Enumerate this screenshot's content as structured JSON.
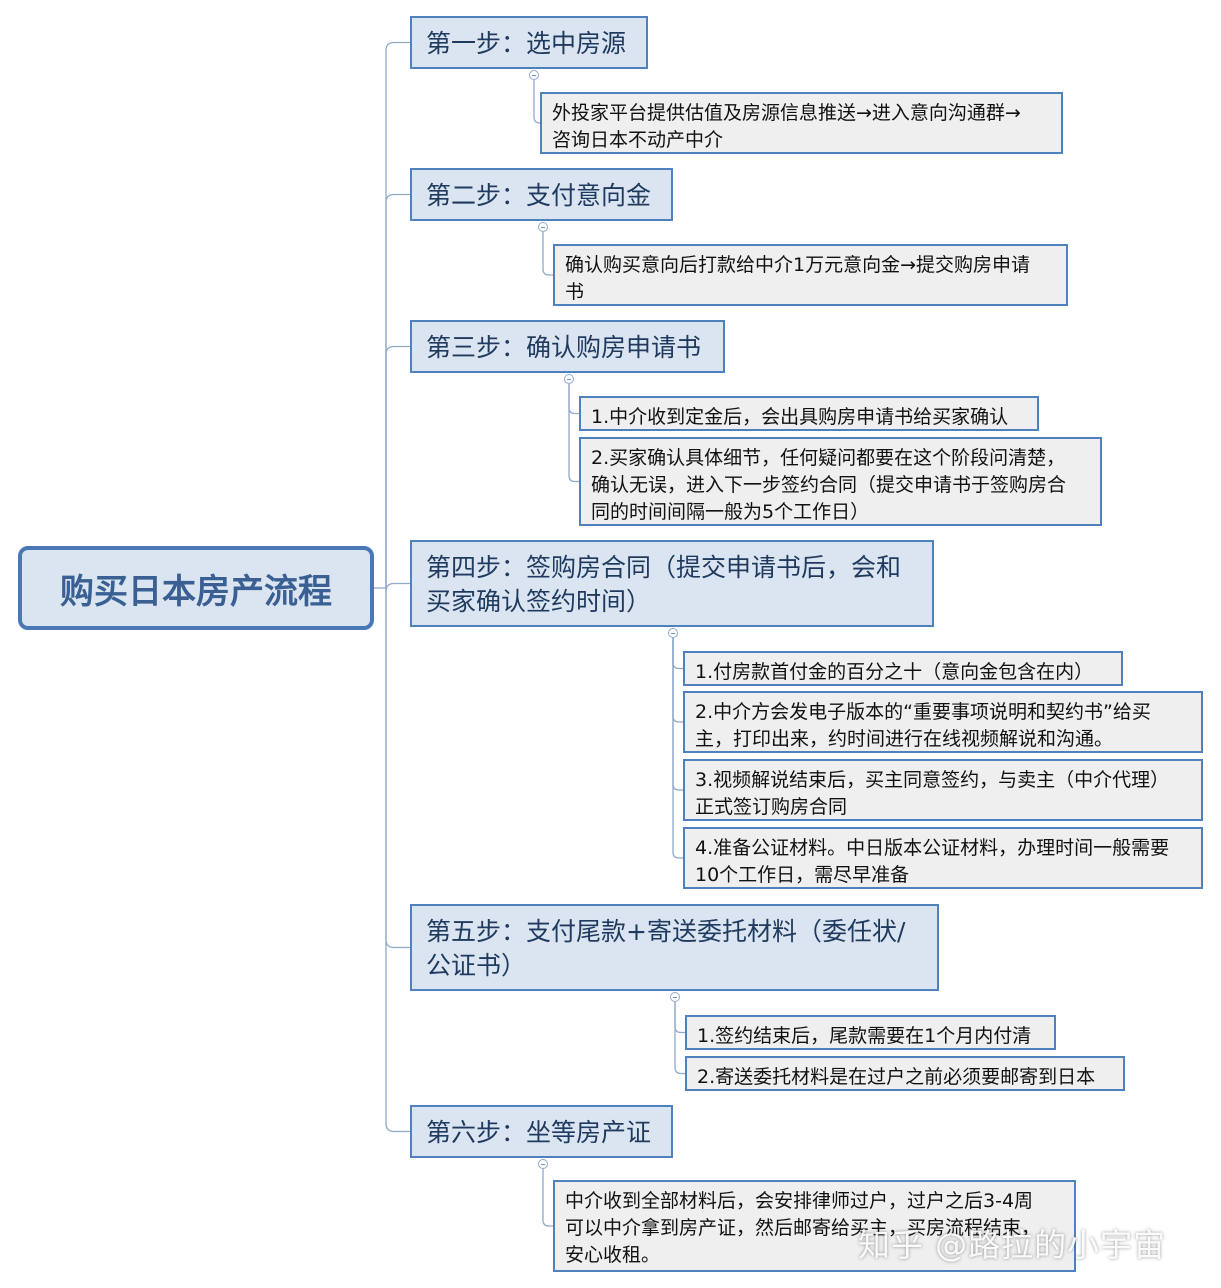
{
  "root": {
    "label": "购买日本房产流程"
  },
  "steps": [
    {
      "label": "第一步：选中房源",
      "details": [
        "外投家平台提供估值及房源信息推送→进入意向沟通群→\n咨询日本不动产中介"
      ]
    },
    {
      "label": "第二步：支付意向金",
      "details": [
        "确认购买意向后打款给中介1万元意向金→提交购房申请\n书"
      ]
    },
    {
      "label": "第三步：确认购房申请书",
      "details": [
        "1.中介收到定金后，会出具购房申请书给买家确认",
        "2.买家确认具体细节，任何疑问都要在这个阶段问清楚，\n确认无误，进入下一步签约合同（提交申请书于签购房合\n同的时间间隔一般为5个工作日）"
      ]
    },
    {
      "label": "第四步：签购房合同（提交申请书后，会和\n买家确认签约时间）",
      "details": [
        "1.付房款首付金的百分之十（意向金包含在内）",
        "2.中介方会发电子版本的“重要事项说明和契约书”给买\n主，打印出来，约时间进行在线视频解说和沟通。",
        "3.视频解说结束后，买主同意签约，与卖主（中介代理）\n正式签订购房合同",
        "4.准备公证材料。中日版本公证材料，办理时间一般需要\n10个工作日，需尽早准备"
      ]
    },
    {
      "label": "第五步：支付尾款+寄送委托材料（委任状/\n公证书）",
      "details": [
        "1.签约结束后，尾款需要在1个月内付清",
        "2.寄送委托材料是在过户之前必须要邮寄到日本"
      ]
    },
    {
      "label": "第六步：坐等房产证",
      "details": [
        "中介收到全部材料后，会安排律师过户，过户之后3-4周\n可以中介拿到房产证，然后邮寄给买主，买房流程结束，\n安心收租。"
      ]
    }
  ],
  "watermark": "知乎 @路拉的小宇宙"
}
